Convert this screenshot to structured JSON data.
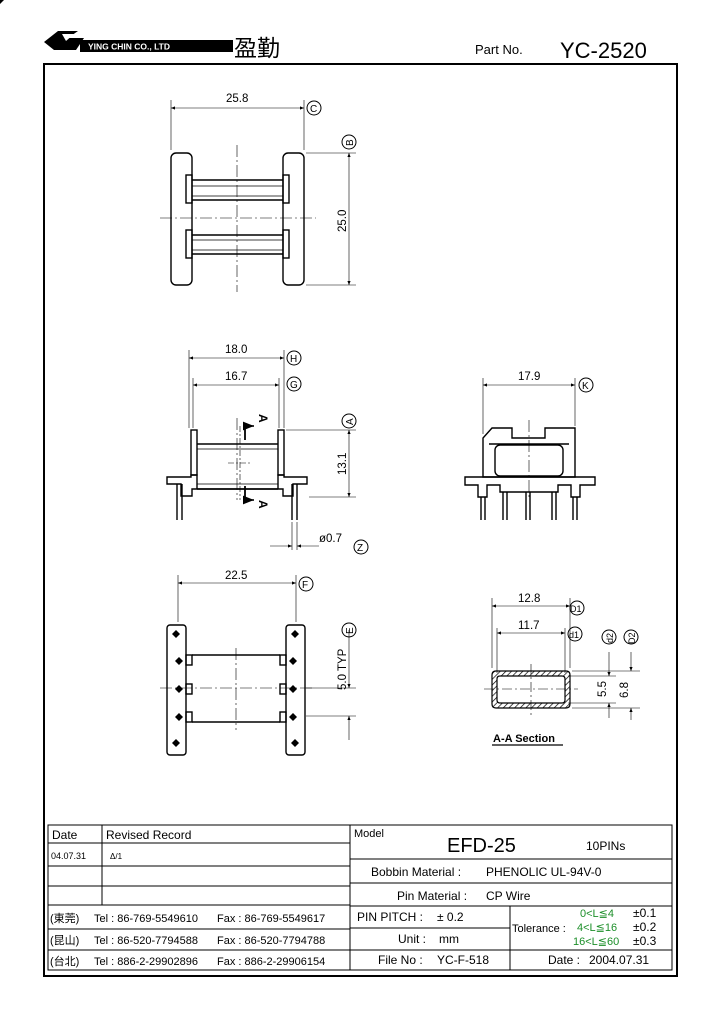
{
  "header": {
    "company": "YING CHIN CO., LTD",
    "company_cn": "盈勤",
    "part_no_label": "Part No.",
    "part_no": "YC-2520"
  },
  "views": {
    "top": {
      "dim_width": "25.8",
      "dim_height": "25.0",
      "circle_width": "C",
      "circle_height": "B"
    },
    "front": {
      "dim_outer": "18.0",
      "dim_inner": "16.7",
      "dim_height": "13.1",
      "dim_pin": "ø0.7",
      "circle_outer": "H",
      "circle_inner": "G",
      "circle_height": "A",
      "circle_pin": "Z",
      "section_mark": "A"
    },
    "side": {
      "dim_width": "17.9",
      "circle_width": "K"
    },
    "bottom": {
      "dim_width": "22.5",
      "dim_pitch": "5.0 TYP",
      "circle_width": "F",
      "circle_pitch": "E"
    },
    "section": {
      "dim_d1_outer": "12.8",
      "dim_d1_inner": "11.7",
      "dim_d2_inner": "5.5",
      "dim_d2_outer": "6.8",
      "circle_d1_outer": "D1",
      "circle_d1_inner": "d1",
      "circle_d2_inner": "d2",
      "circle_d2_outer": "D2",
      "title": "A-A Section"
    }
  },
  "record_table": {
    "col_date": "Date",
    "col_record": "Revised Record",
    "rows": [
      {
        "date": "04.07.31",
        "record": "Δ/1"
      }
    ]
  },
  "contacts": [
    {
      "city": "(東莞)",
      "tel": "Tel : 86-769-5549610",
      "fax": "Fax : 86-769-5549617"
    },
    {
      "city": "(昆山)",
      "tel": "Tel : 86-520-7794588",
      "fax": "Fax : 86-520-7794788"
    },
    {
      "city": "(台北)",
      "tel": "Tel : 886-2-29902896",
      "fax": "Fax : 886-2-29906154"
    }
  ],
  "spec": {
    "model_label": "Model",
    "model": "EFD-25",
    "pins": "10PINs",
    "bobbin_material_label": "Bobbin  Material :",
    "bobbin_material": "PHENOLIC UL-94V-0",
    "pin_material_label": "Pin  Material :",
    "pin_material": "CP Wire",
    "pin_pitch_label": "PIN  PITCH :",
    "pin_pitch": "± 0.2",
    "unit_label": "Unit :",
    "unit": "mm",
    "file_no_label": "File  No :",
    "file_no": "YC-F-518",
    "tolerance_label": "Tolerance :",
    "tolerance_rows": [
      {
        "range": "0<L≦4",
        "tol": "±0.1"
      },
      {
        "range": "4<L≦16",
        "tol": "±0.2"
      },
      {
        "range": "16<L≦60",
        "tol": "±0.3"
      }
    ],
    "date_label": "Date :",
    "date": "2004.07.31"
  }
}
